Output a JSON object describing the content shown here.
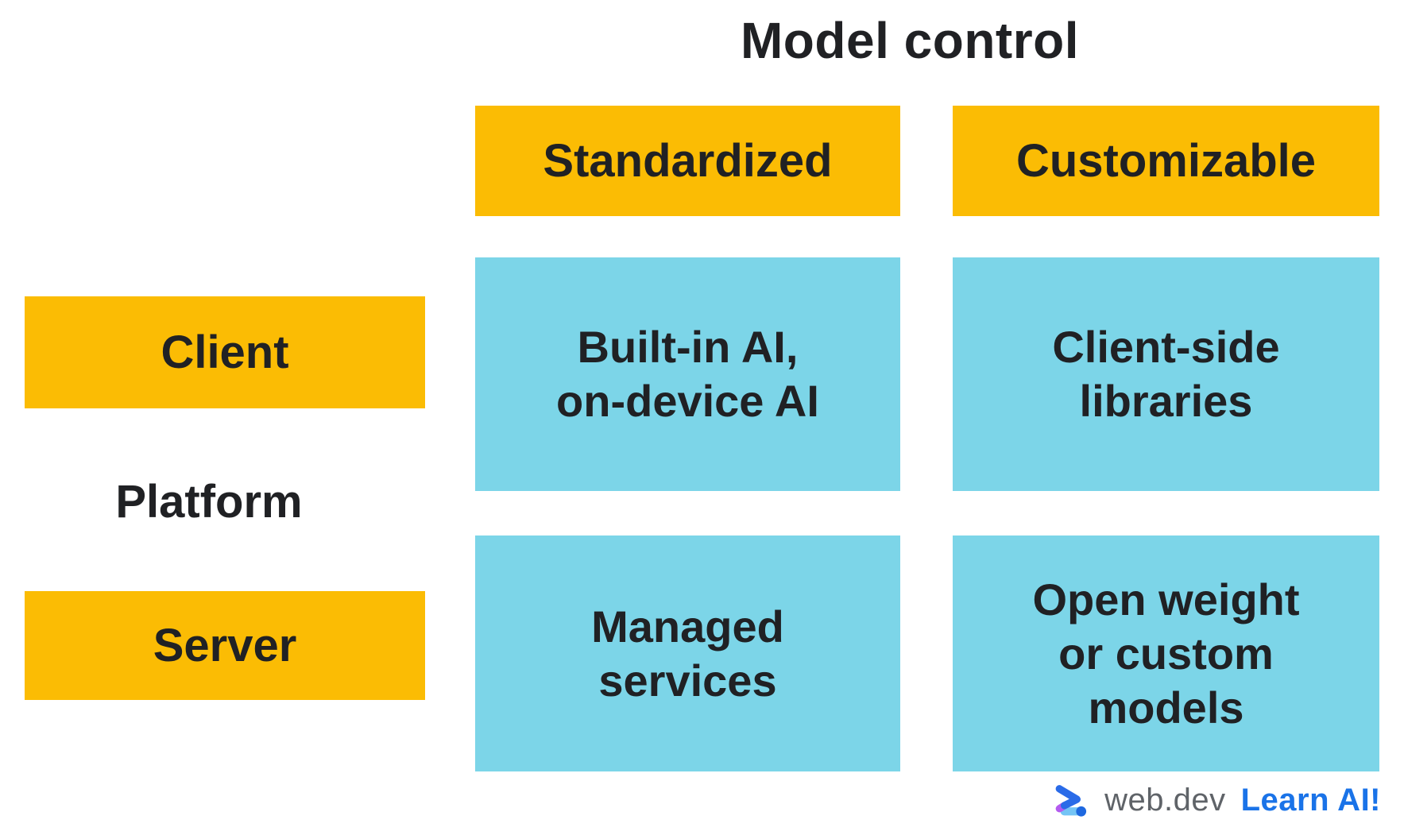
{
  "matrix": {
    "column_axis_title": "Model control",
    "row_axis_title": "Platform",
    "column_headers": [
      "Standardized",
      "Customizable"
    ],
    "row_headers": [
      "Client",
      "Server"
    ],
    "cells": [
      {
        "row": "Client",
        "column": "Standardized",
        "text": "Built-in AI,\non-device AI"
      },
      {
        "row": "Client",
        "column": "Customizable",
        "text": "Client-side\nlibraries"
      },
      {
        "row": "Server",
        "column": "Standardized",
        "text": "Managed\nservices"
      },
      {
        "row": "Server",
        "column": "Customizable",
        "text": "Open weight\nor custom\nmodels"
      }
    ]
  },
  "footer": {
    "logo_icon": "webdev-chevron-logo",
    "brand": "web.dev",
    "cta": "Learn AI!"
  },
  "colors": {
    "yellow": "#FBBC04",
    "blue": "#7CD5E8",
    "text": "#202124",
    "brand-gray": "#5F6368",
    "cta-blue": "#1A73E8",
    "logo-blue": "#2A6BE8",
    "logo-dot-blue": "#1E68E0",
    "logo-purple": "#B35BEF",
    "logo-lightblue": "#74C4F5"
  }
}
